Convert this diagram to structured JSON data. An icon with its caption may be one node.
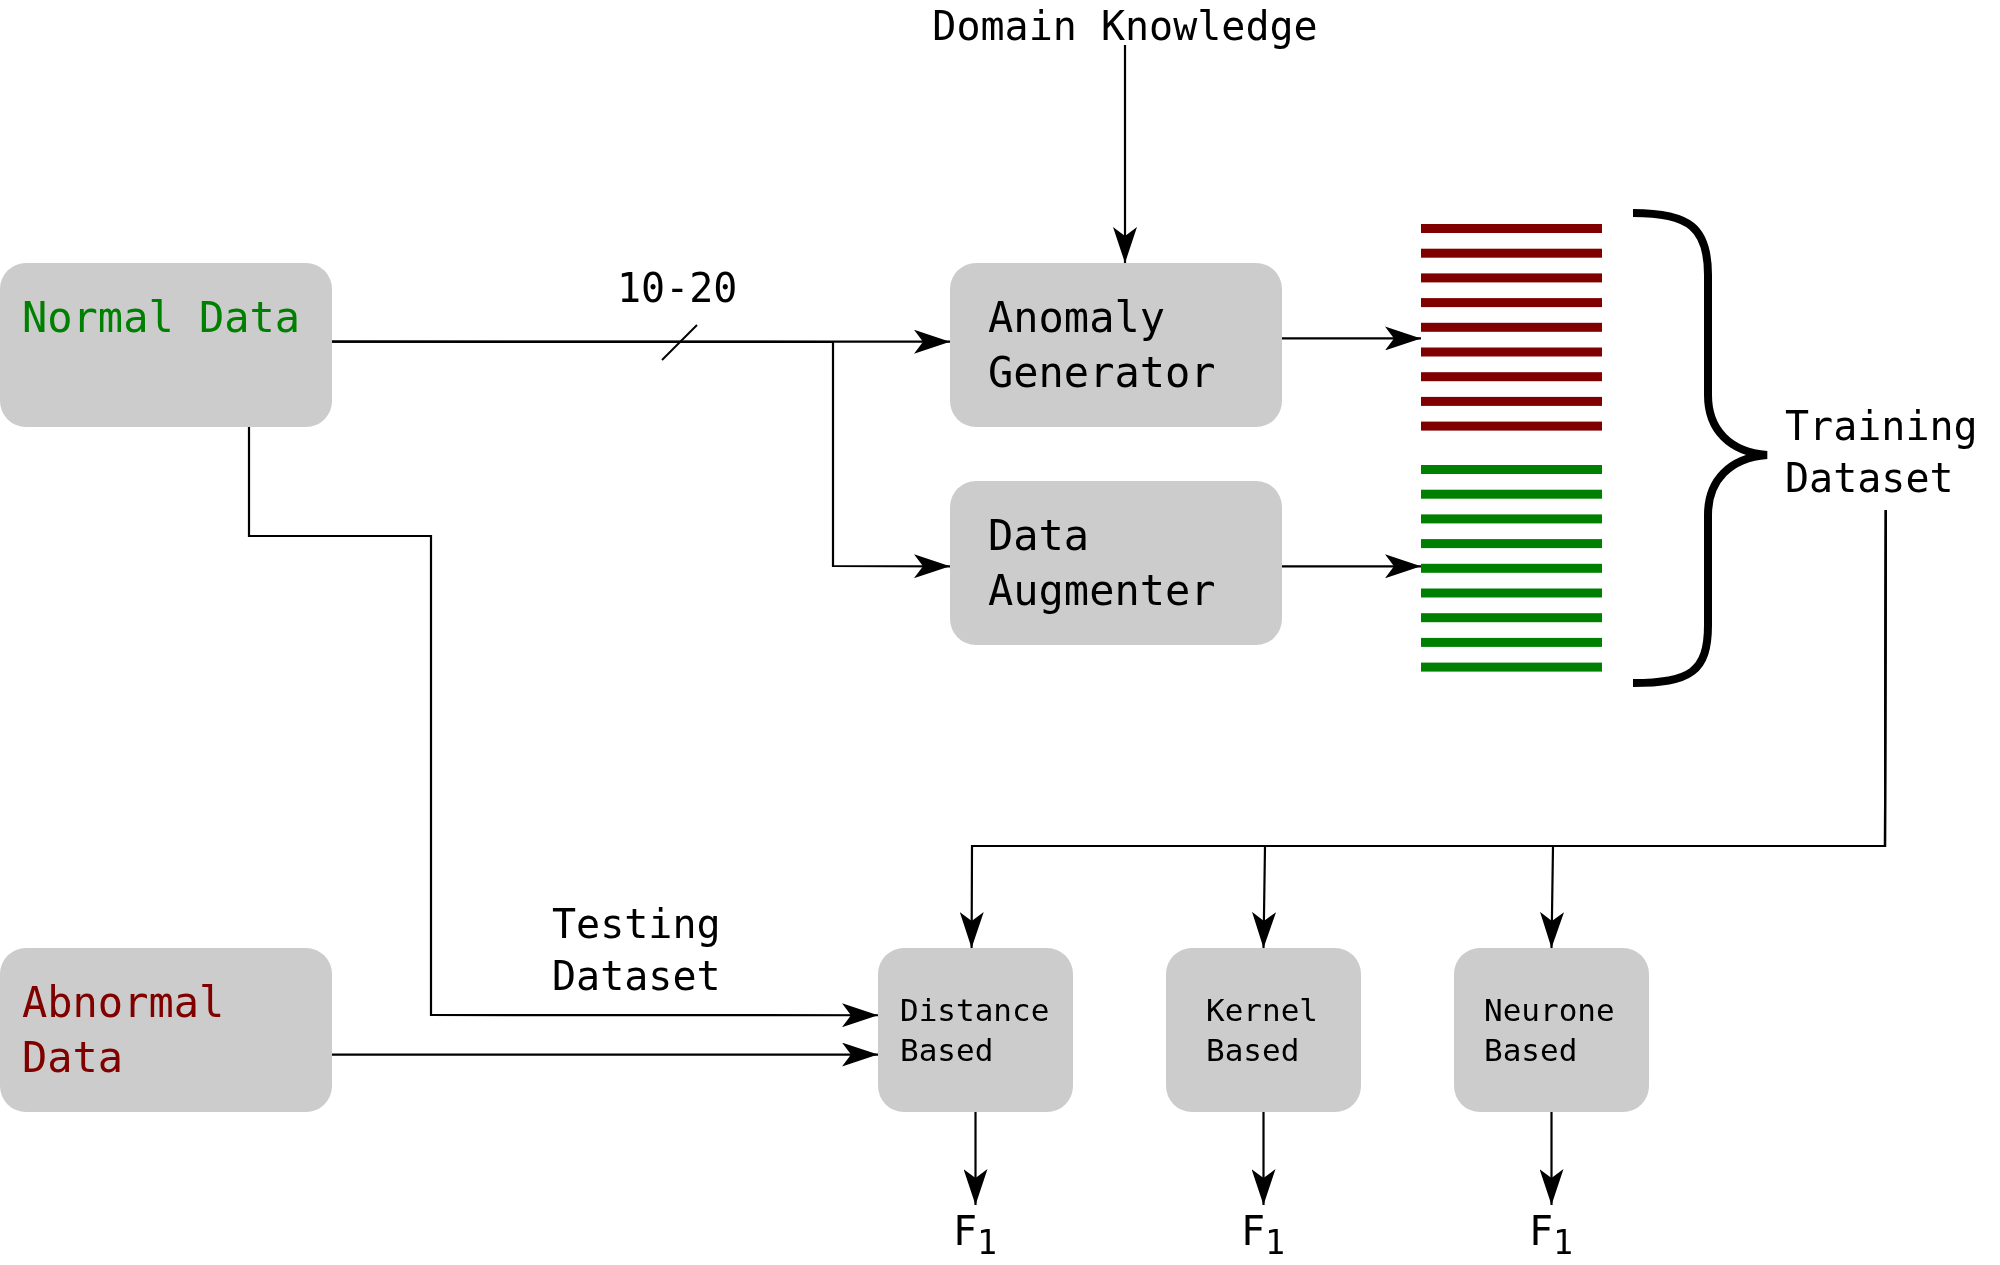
{
  "diagram": {
    "nodes": [
      {
        "text": [
          "Domain Knowledge"
        ]
      },
      {
        "text": [
          "Normal Data"
        ]
      },
      {
        "text": [
          "Anomaly Generator"
        ]
      },
      {
        "text": [
          "Data Augmenter"
        ]
      },
      {
        "text": [],
        "shape": "bar"
      },
      {
        "text": [],
        "shape": "bar"
      },
      {
        "text": [
          "Training Dataset"
        ]
      },
      {
        "text": [
          "Abnormal Data"
        ]
      },
      {
        "text": [
          "Distance Based"
        ]
      },
      {
        "text": [
          "Kernel Based"
        ]
      },
      {
        "text": [
          "Neurone Based"
        ]
      },
      {
        "text": [
          "F$_{1}$"
        ]
      },
      {
        "text": [
          "F$_{1}$"
        ]
      },
      {
        "text": [
          "F$_{1}$"
        ]
      }
    ],
    "edges": [
      {
        "from": 0,
        "to": 2,
        "arrow": "to"
      },
      {
        "from": 1,
        "to": 2,
        "arrow": "to",
        "label": "10-20"
      },
      {
        "from": 1,
        "to": 3,
        "arrow": "to"
      },
      {
        "from": 2,
        "to": 4,
        "arrow": "to"
      },
      {
        "from": 3,
        "to": 5,
        "arrow": "to"
      },
      {
        "from": 6,
        "to": 8,
        "arrow": "to"
      },
      {
        "from": 6,
        "to": 9,
        "arrow": "to"
      },
      {
        "from": 6,
        "to": 10,
        "arrow": "to"
      },
      {
        "from": 1,
        "to": 8,
        "arrow": "to",
        "label": "Testing Dataset"
      },
      {
        "from": 7,
        "to": 8,
        "arrow": "to"
      },
      {
        "from": 8,
        "to": 11,
        "arrow": "to"
      },
      {
        "from": 9,
        "to": 12,
        "arrow": "to"
      },
      {
        "from": 10,
        "to": 13,
        "arrow": "to"
      }
    ]
  }
}
